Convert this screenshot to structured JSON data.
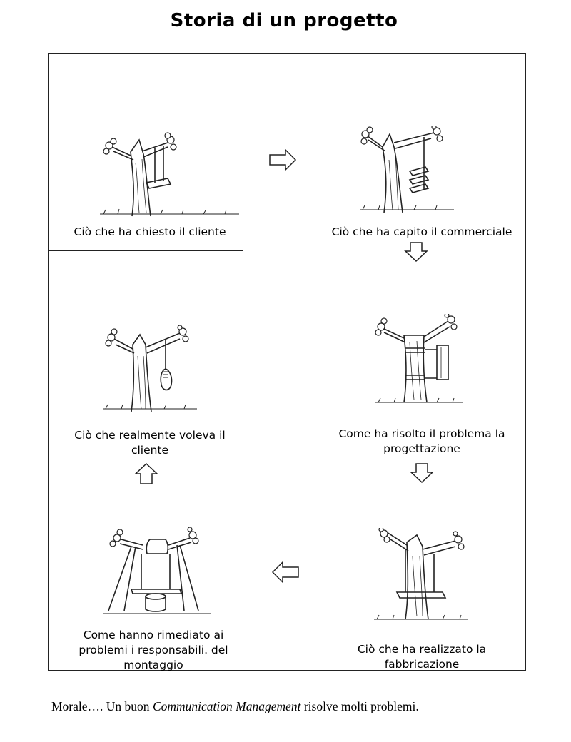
{
  "title": "Storia di un progetto",
  "panels": [
    {
      "caption": "Ciò che ha chiesto il cliente"
    },
    {
      "caption": "Ciò che ha capito il commerciale"
    },
    {
      "caption_line1": "Come ha risolto il problema la",
      "caption_line2": "progettazione"
    },
    {
      "caption_line1": "Ciò che ha realizzato la",
      "caption_line2": "fabbricazione"
    },
    {
      "caption_line1": "Come hanno rimediato ai",
      "caption_line2": "problemi i responsabili. del",
      "caption_line3": "montaggio"
    },
    {
      "caption_line1": "Ciò che realmente voleva il",
      "caption_line2": "cliente"
    }
  ],
  "morale": {
    "prefix": "Morale…. Un buon ",
    "emphasis": "Communication Management",
    "suffix": " risolve molti problemi."
  },
  "icons": [
    "arrow-right-icon",
    "arrow-down-icon",
    "arrow-left-icon",
    "arrow-up-icon"
  ]
}
